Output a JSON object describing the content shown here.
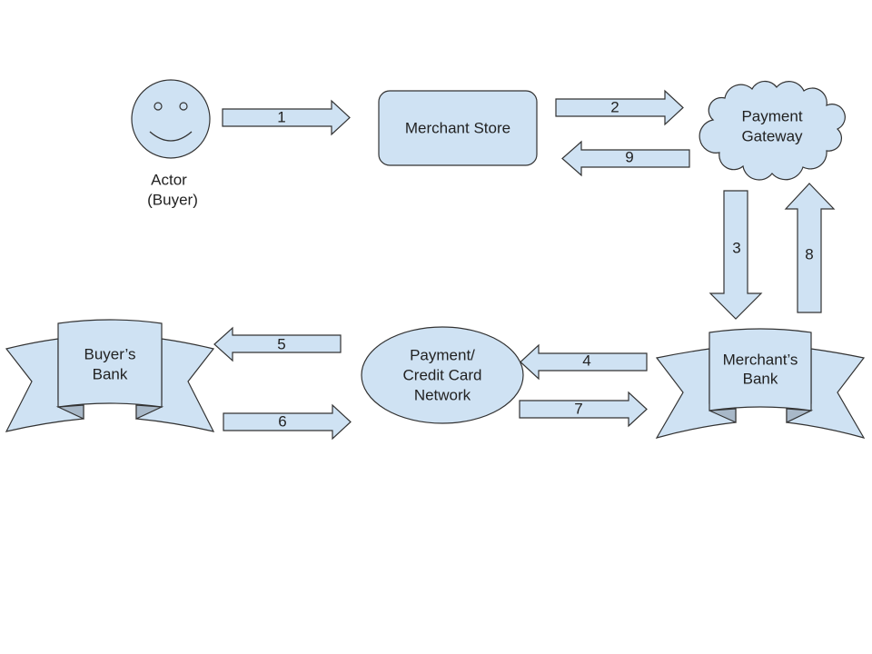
{
  "colors": {
    "shape_fill": "#cfe2f3",
    "fold_fill": "#a8b8c8",
    "stroke": "#333333"
  },
  "nodes": {
    "actor": {
      "line1": "Actor",
      "line2": "(Buyer)",
      "icon": "smiley-face-icon"
    },
    "merchant_store": {
      "label": "Merchant Store"
    },
    "payment_gateway": {
      "line1": "Payment",
      "line2": "Gateway"
    },
    "merchants_bank": {
      "line1": "Merchant’s",
      "line2": "Bank"
    },
    "network": {
      "line1": "Payment/",
      "line2": "Credit Card",
      "line3": "Network"
    },
    "buyers_bank": {
      "line1": "Buyer’s",
      "line2": "Bank"
    }
  },
  "arrows": [
    {
      "label": "1",
      "from": "Actor",
      "to": "Merchant Store"
    },
    {
      "label": "2",
      "from": "Merchant Store",
      "to": "Payment Gateway"
    },
    {
      "label": "3",
      "from": "Payment Gateway",
      "to": "Merchant’s Bank"
    },
    {
      "label": "4",
      "from": "Merchant’s Bank",
      "to": "Payment/Credit Card Network"
    },
    {
      "label": "5",
      "from": "Payment/Credit Card Network",
      "to": "Buyer’s Bank"
    },
    {
      "label": "6",
      "from": "Buyer’s Bank",
      "to": "Payment/Credit Card Network"
    },
    {
      "label": "7",
      "from": "Payment/Credit Card Network",
      "to": "Merchant’s Bank"
    },
    {
      "label": "8",
      "from": "Merchant’s Bank",
      "to": "Payment Gateway"
    },
    {
      "label": "9",
      "from": "Payment Gateway",
      "to": "Merchant Store"
    }
  ]
}
